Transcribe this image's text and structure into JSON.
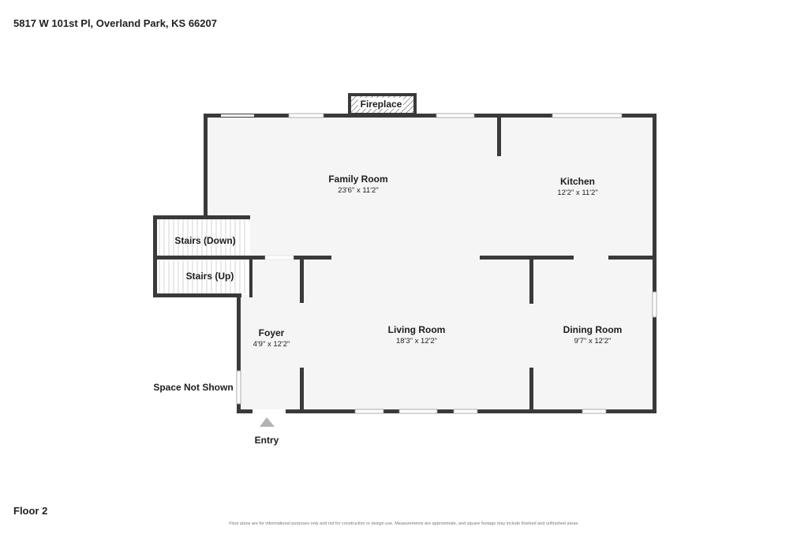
{
  "header": {
    "address": "5817 W 101st Pl, Overland Park, KS 66207"
  },
  "footer": {
    "floor": "Floor 2",
    "disclaimer": "Floor plans are for informational purposes only and not for construction or design use. Measurements are approximate, and square footage may include finished and unfinished areas."
  },
  "rooms": {
    "family_room": {
      "name": "Family Room",
      "dims": "23'6\" x 11'2\""
    },
    "kitchen": {
      "name": "Kitchen",
      "dims": "12'2\" x 11'2\""
    },
    "living_room": {
      "name": "Living Room",
      "dims": "18'3\" x 12'2\""
    },
    "dining_room": {
      "name": "Dining Room",
      "dims": "9'7\" x 12'2\""
    },
    "foyer": {
      "name": "Foyer",
      "dims": "4'9\" x 12'2\""
    }
  },
  "features": {
    "fireplace": "Fireplace",
    "stairs_down": "Stairs (Down)",
    "stairs_up": "Stairs (Up)",
    "space_not_shown": "Space Not Shown",
    "entry": "Entry"
  },
  "colors": {
    "floor_fill": "#f5f5f5",
    "wall": "#3a3a3a",
    "entry_arrow": "#b3b3b3"
  }
}
